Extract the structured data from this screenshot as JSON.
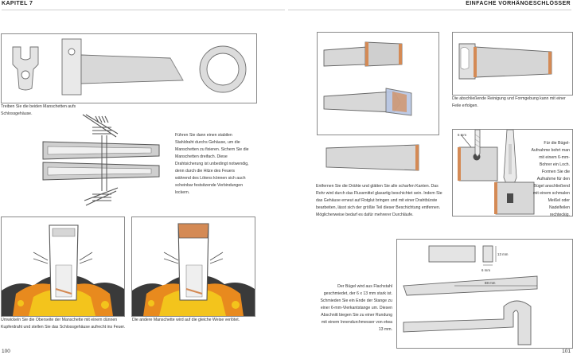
{
  "header": {
    "left": "KAPITEL 7",
    "right": "EINFACHE VORHÄNGESCHLÖSSER"
  },
  "page_numbers": {
    "left": "100",
    "right": "101"
  },
  "captions": {
    "c1": "Treiben Sie die beiden Manschetten aufs Schlossgehäuse.",
    "c2": "Führen Sie dann einen stabilen Stahldraht durchs Gehäuse, um die Manschetten zu fixieren. Sichern Sie die Manschetten dreifach. Diese Drahtsicherung ist unbedingt notwendig, denn durch die Hitze des Feuers während des Lötens können sich auch scheinbar festsitzende Verbindungen lockern.",
    "c3": "Umwickeln Sie die Oberseite der Manschette mit einem dünnen Kupferdraht und stellen Sie das Schlossgehäuse aufrecht ins Feuer.",
    "c4": "Die andere Manschette wird auf die gleiche Weise verlötet.",
    "c5": "Die abschließende Reinigung und Formgebung kann mit einer Feile erfolgen.",
    "c6": "Entfernen Sie die Drähte und glätten Sie alle scharfen Kanten. Das Rohr wird durch das Flussmittel glasartig beschichtet sein. Indem Sie das Gehäuse erneut auf Rotglut bringen und mit einer Drahtbürste bearbeiten, lässt sich der größte Teil dieser Beschichtung entfernen. Möglicherweise bedarf es dafür mehrerer Durchläufe.",
    "c7": "Für die Bügel-Aufnahme bohrt man mit einem 6-mm-Bohrer ein Loch. Formen Sie die Aufnahme für den Bügel anschließend mit einem schmalen Meißel oder Nadelfeilen rechteckig.",
    "c8": "Der Bügel wird aus Flachstahl geschmiedet, der 6 x 13 mm stark ist. Schmieden Sie ein Ende der Stange zu einer 6-mm-Vierkantstange um. Diesen Abschnitt biegen Sie zu einer Rundung mit einem Innendurchmesser von etwa 13 mm."
  },
  "dims": {
    "drill": "6 mm",
    "w13": "13 mm",
    "w6": "6 mm",
    "len": "88 mm"
  },
  "colors": {
    "copper": "#d48a55",
    "fire_yellow": "#f3c41c",
    "fire_orange": "#e88a1e",
    "coal": "#3a3a3a",
    "steel": "#d6d6d6"
  }
}
